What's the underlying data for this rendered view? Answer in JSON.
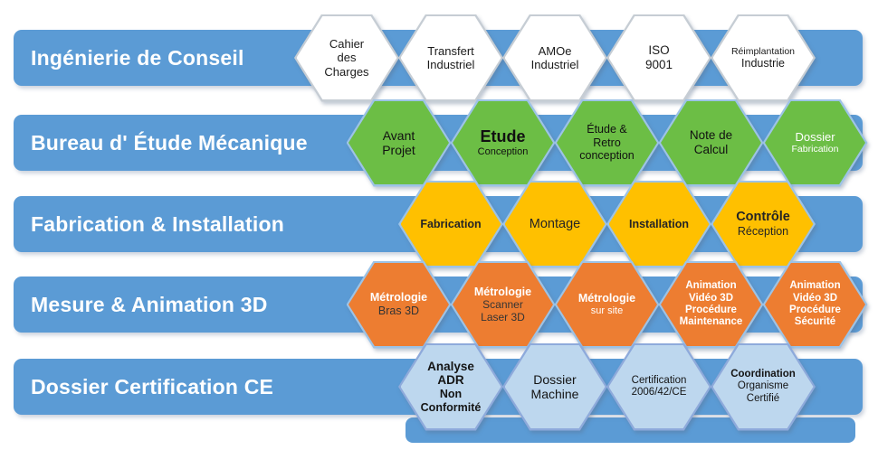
{
  "colors": {
    "background": "#FFFFFF",
    "bar": "#5B9BD5",
    "bar_text": "#FFFFFF"
  },
  "rows": [
    {
      "bar_label": "Ingénierie de Conseil",
      "hex_fill": "#FFFFFF",
      "hex_border": "#C6CDD4",
      "text_color": "#1A1A1A",
      "hexes": [
        {
          "lines": [
            {
              "t": "Cahier"
            },
            {
              "t": "des"
            },
            {
              "t": "Charges"
            }
          ]
        },
        {
          "lines": [
            {
              "t": "Transfert"
            },
            {
              "t": "Industriel"
            }
          ]
        },
        {
          "lines": [
            {
              "t": "AMOe"
            },
            {
              "t": "Industriel"
            }
          ]
        },
        {
          "lines": [
            {
              "t": "ISO",
              "s": 13.5
            },
            {
              "t": "9001",
              "s": 13.5
            }
          ]
        },
        {
          "lines": [
            {
              "t": "Réimplantation",
              "s": 10.5
            },
            {
              "t": "Industrie",
              "s": 12.5
            }
          ]
        }
      ]
    },
    {
      "bar_label": "Bureau d' Étude Mécanique",
      "hex_fill": "#6CBE45",
      "hex_border": "#9DC3E6",
      "text_color": "#111111",
      "hexes": [
        {
          "lines": [
            {
              "t": "Avant",
              "s": 14
            },
            {
              "t": "Projet",
              "s": 14
            }
          ]
        },
        {
          "lines": [
            {
              "t": "Etude",
              "s": 18,
              "b": true
            },
            {
              "t": "Conception",
              "s": 11
            }
          ]
        },
        {
          "lines": [
            {
              "t": "Étude &",
              "s": 12.5
            },
            {
              "t": "Retro",
              "s": 12.5
            },
            {
              "t": "conception",
              "s": 12.5
            }
          ]
        },
        {
          "lines": [
            {
              "t": "Note de",
              "s": 13.5
            },
            {
              "t": "Calcul",
              "s": 13.5
            }
          ]
        },
        {
          "lines": [
            {
              "t": "Dossier",
              "s": 13,
              "c": "#FFFFFF"
            },
            {
              "t": "Fabrication",
              "s": 10.5,
              "c": "#FFFFFF"
            }
          ]
        }
      ]
    },
    {
      "bar_label": "Fabrication & Installation",
      "hex_fill": "#FFC000",
      "hex_border": "#9DC3E6",
      "text_color": "#242424",
      "hexes": [
        {
          "lines": [
            {
              "t": "Fabrication",
              "s": 12.5,
              "b": true
            }
          ]
        },
        {
          "lines": [
            {
              "t": "Montage",
              "s": 14.5
            }
          ]
        },
        {
          "lines": [
            {
              "t": "Installation",
              "s": 12.5,
              "b": true
            }
          ]
        },
        {
          "lines": [
            {
              "t": "Contrôle",
              "s": 14.5,
              "b": true
            },
            {
              "t": "Réception",
              "s": 12.5
            }
          ]
        }
      ]
    },
    {
      "bar_label": "Mesure & Animation 3D",
      "hex_fill": "#ED7D31",
      "hex_border": "#9DC3E6",
      "text_color": "#FFFFFF",
      "hexes": [
        {
          "lines": [
            {
              "t": "Métrologie",
              "s": 12.5,
              "b": true
            },
            {
              "t": "Bras 3D",
              "s": 12.5,
              "c": "#343434"
            }
          ]
        },
        {
          "lines": [
            {
              "t": "Métrologie",
              "s": 12.5,
              "b": true
            },
            {
              "t": "Scanner",
              "s": 12,
              "c": "#343434"
            },
            {
              "t": "Laser 3D",
              "s": 12,
              "c": "#343434"
            }
          ]
        },
        {
          "lines": [
            {
              "t": "Métrologie",
              "s": 12.5,
              "b": true
            },
            {
              "t": "sur site",
              "s": 11
            }
          ]
        },
        {
          "lines": [
            {
              "t": "Animation",
              "s": 11.5,
              "b": true
            },
            {
              "t": "Vidéo 3D",
              "s": 11.5,
              "b": true
            },
            {
              "t": "Procédure",
              "s": 11.5,
              "b": true
            },
            {
              "t": "Maintenance",
              "s": 11.5,
              "b": true
            }
          ]
        },
        {
          "lines": [
            {
              "t": "Animation",
              "s": 11.5,
              "b": true
            },
            {
              "t": "Vidéo 3D",
              "s": 11.5,
              "b": true
            },
            {
              "t": "Procédure",
              "s": 11.5,
              "b": true
            },
            {
              "t": "Sécurité",
              "s": 11.5,
              "b": true
            }
          ]
        }
      ]
    },
    {
      "bar_label": "Dossier Certification CE",
      "hex_fill": "#BDD7EE",
      "hex_border": "#8EAADB",
      "text_color": "#141414",
      "hexes": [
        {
          "lines": [
            {
              "t": "Analyse",
              "s": 13.5,
              "b": true
            },
            {
              "t": "ADR",
              "s": 13.5,
              "b": true
            },
            {
              "t": "Non",
              "s": 12.5,
              "b": true
            },
            {
              "t": "Conformité",
              "s": 12.5,
              "b": true
            }
          ]
        },
        {
          "lines": [
            {
              "t": "Dossier",
              "s": 14
            },
            {
              "t": "Machine",
              "s": 14
            }
          ]
        },
        {
          "lines": [
            {
              "t": "Certification",
              "s": 11.5
            },
            {
              "t": "2006/42/CE",
              "s": 11.5
            }
          ]
        },
        {
          "lines": [
            {
              "t": "Coordination",
              "s": 11.5,
              "b": true
            },
            {
              "t": "Organisme",
              "s": 11.5
            },
            {
              "t": "Certifié",
              "s": 11.5
            }
          ]
        }
      ]
    }
  ]
}
